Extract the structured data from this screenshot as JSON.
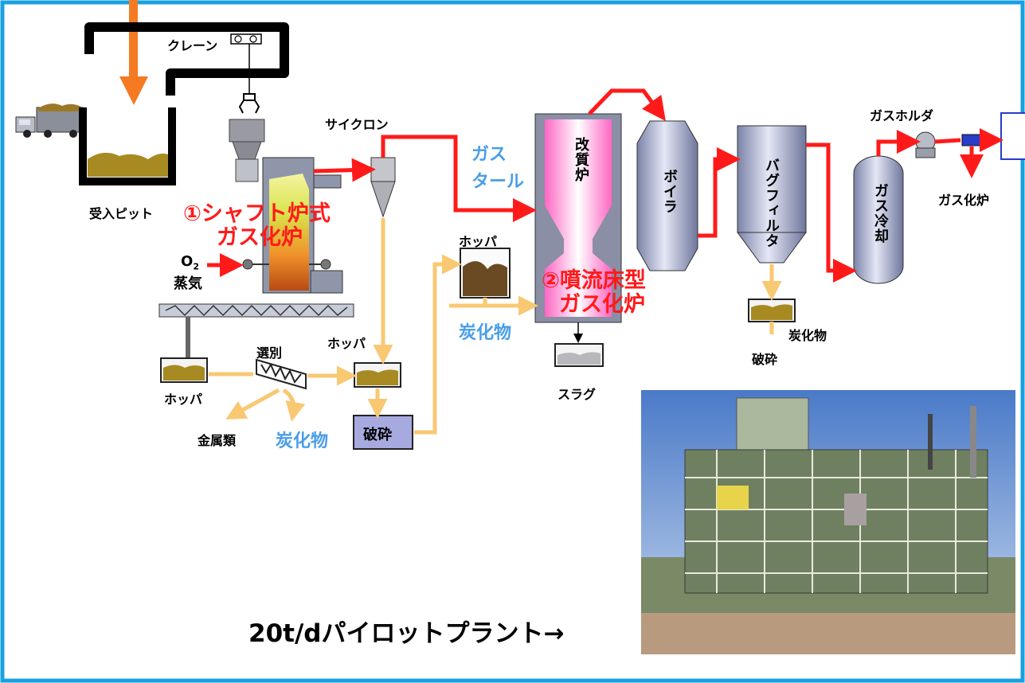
{
  "labels": {
    "crane": "クレーン",
    "pit": "受入ピット",
    "cyclone": "サイクロン",
    "hopper": "ホッパ",
    "o2": "O",
    "o2_sub": "2",
    "steam": "蒸気",
    "sorting": "選別",
    "metals": "金属類",
    "char": "炭化物",
    "crush": "破砕",
    "gas": "ガス",
    "tar": "タール",
    "reformer": "改質炉",
    "slag": "スラグ",
    "boiler": "ボイラ",
    "bag_filter": "バグフィルタ",
    "gas_cooling": "ガス冷却",
    "gas_holder": "ガスホルダ",
    "to_gasifier": "ガス化炉"
  },
  "red_labels": {
    "shaft_1": "①シャフト炉式",
    "shaft_2": "ガス化炉",
    "entrained_1": "②噴流床型",
    "entrained_2": "ガス化炉"
  },
  "photo_caption": "20t/dパイロットプラント→",
  "colors": {
    "frame": "#1aa0e0",
    "gas_line": "#ff1a1a",
    "solid_line": "#f8c873",
    "feed_arrow": "#f57a22",
    "blue_text": "#4a9ee8",
    "red_text": "#ff1a1a"
  }
}
